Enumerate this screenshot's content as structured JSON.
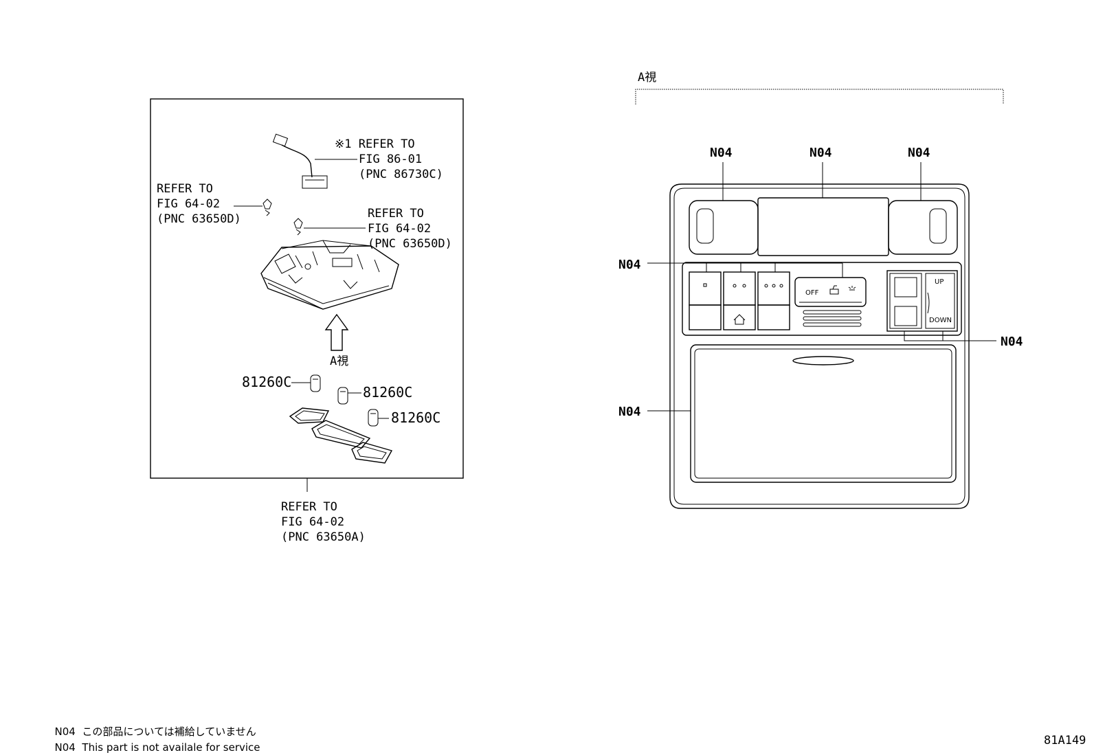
{
  "left_panel": {
    "ref_wire": [
      "※1 REFER TO",
      "FIG 86-01",
      "(PNC 86730C)"
    ],
    "ref_clip_left": [
      "REFER TO",
      "FIG 64-02",
      "(PNC 63650D)"
    ],
    "ref_clip_right": [
      "REFER TO",
      "FIG 64-02",
      "(PNC 63650D)"
    ],
    "view_label": "A視",
    "bulb_parts": [
      "81260C",
      "81260C",
      "81260C"
    ],
    "ref_lens": [
      "REFER TO",
      "FIG 64-02",
      "(PNC 63650A)"
    ]
  },
  "right_panel": {
    "view_title": "A視",
    "callouts": [
      "N04",
      "N04",
      "N04",
      "N04",
      "N04",
      "N04"
    ],
    "switch_off": "OFF",
    "switch_up": "UP",
    "switch_down": "DOWN"
  },
  "notes": {
    "line1_code": "N04",
    "line1_text": "この部品については補給していません",
    "line2_code": "N04",
    "line2_text": "This part is not availale for service"
  },
  "figure_id": "81A149"
}
